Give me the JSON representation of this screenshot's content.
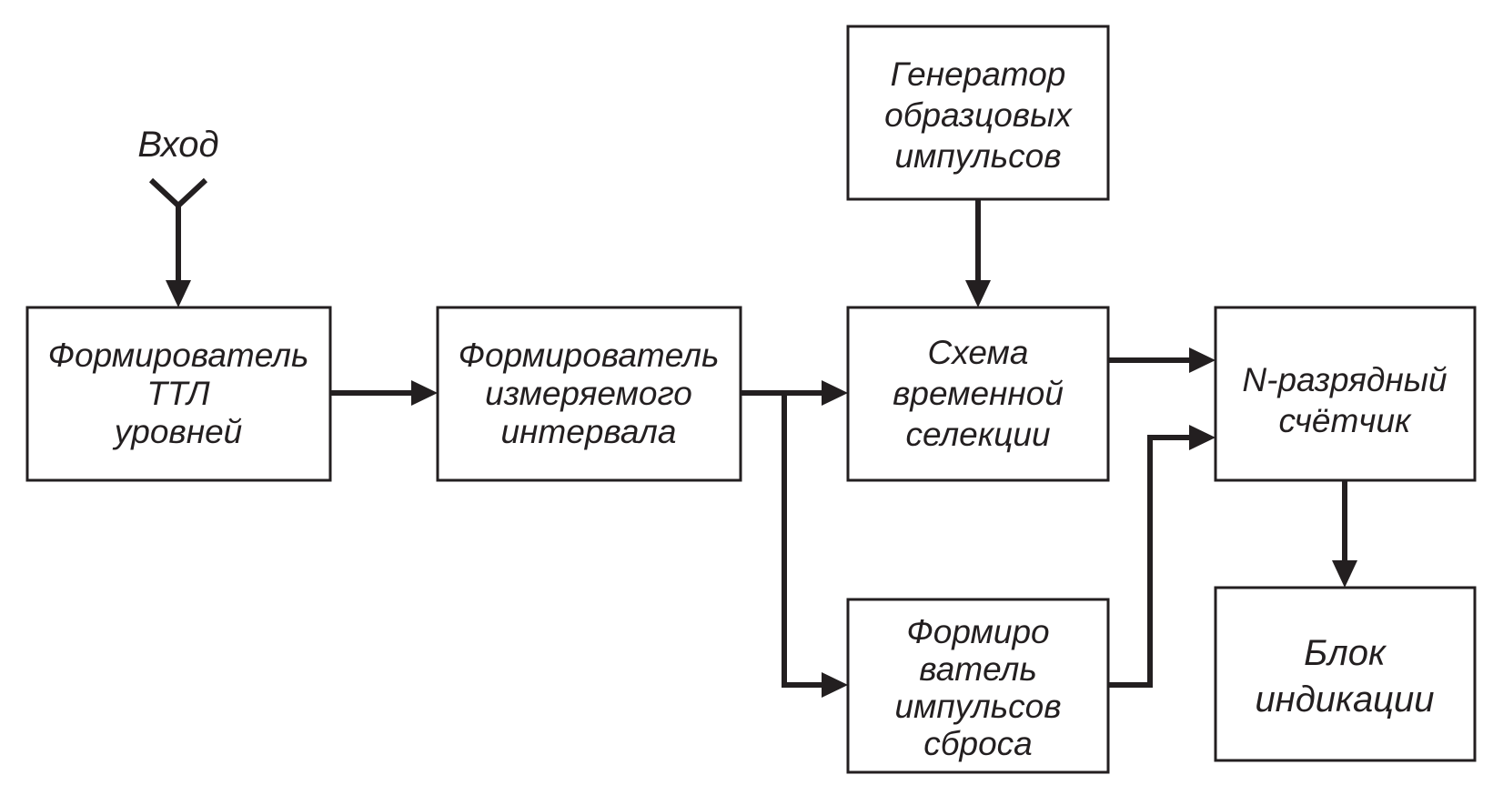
{
  "input_label": "Вход",
  "blocks": {
    "ttl_shaper": {
      "lines": [
        "Формирователь",
        "ТТЛ",
        "уровней"
      ]
    },
    "interval_shaper": {
      "lines": [
        "Формирователь",
        "измеряемого",
        "интервала"
      ]
    },
    "pulse_generator": {
      "lines": [
        "Генератор",
        "образцовых",
        "импульсов"
      ]
    },
    "time_selector": {
      "lines": [
        "Схема",
        "временной",
        "селекции"
      ]
    },
    "reset_shaper": {
      "lines": [
        "Формиро",
        "ватель",
        "импульсов",
        "сброса"
      ]
    },
    "counter": {
      "lines": [
        "N-разрядный",
        "счётчик"
      ]
    },
    "display": {
      "lines": [
        "Блок",
        "индикации"
      ]
    }
  },
  "colors": {
    "ink": "#231f20",
    "background": "#ffffff"
  }
}
